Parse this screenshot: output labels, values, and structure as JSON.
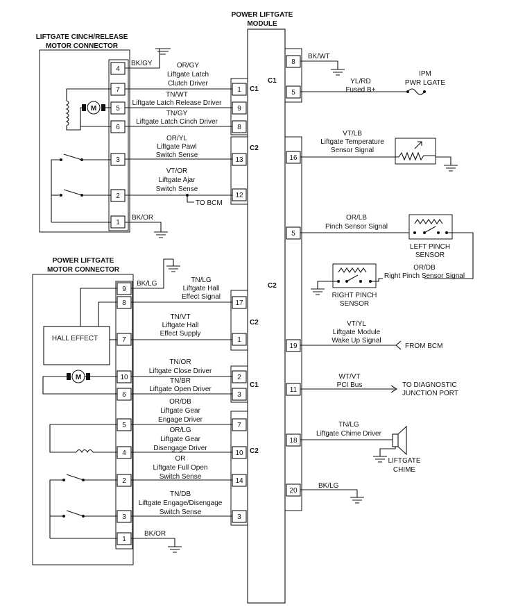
{
  "module": {
    "title_line1": "POWER LIFTGATE",
    "title_line2": "MODULE"
  },
  "cinch_connector": {
    "title_line1": "LIFTGATE CINCH/RELEASE",
    "title_line2": "MOTOR CONNECTOR"
  },
  "motor_connector": {
    "title_line1": "POWER LIFTGATE",
    "title_line2": "MOTOR CONNECTOR"
  },
  "connector_ids": {
    "c1": "C1",
    "c2": "C2"
  },
  "pins": {
    "p1": "1",
    "p2": "2",
    "p3": "3",
    "p4": "4",
    "p5": "5",
    "p6": "6",
    "p7": "7",
    "p8": "8",
    "p9": "9",
    "p10": "10",
    "p11": "11",
    "p12": "12",
    "p13": "13",
    "p14": "14",
    "p16": "16",
    "p17": "17",
    "p18": "18",
    "p19": "19",
    "p20": "20"
  },
  "components": {
    "motor": "M",
    "hall_effect": "HALL EFFECT",
    "ipm_line1": "IPM",
    "ipm_line2": "PWR LGATE",
    "left_pinch_line1": "LEFT PINCH",
    "left_pinch_line2": "SENSOR",
    "right_pinch_line1": "RIGHT PINCH",
    "right_pinch_line2": "SENSOR",
    "chime_line1": "LIFTGATE",
    "chime_line2": "CHIME"
  },
  "destinations": {
    "to_bcm": "TO BCM",
    "from_bcm": "FROM BCM",
    "diag_line1": "TO DIAGNOSTIC",
    "diag_line2": "JUNCTION PORT"
  },
  "wires": {
    "bk_gy": "BK/GY",
    "or_gy": "OR/GY",
    "latch_clutch_1": "Liftgate Latch",
    "latch_clutch_2": "Clutch Driver",
    "tn_wt": "TN/WT",
    "latch_release": "Liftgate Latch Release Driver",
    "tn_gy": "TN/GY",
    "latch_cinch": "Liftgate Latch Cinch Driver",
    "or_yl": "OR/YL",
    "pawl_1": "Liftgate Pawl",
    "pawl_2": "Switch Sense",
    "vt_or": "VT/OR",
    "ajar_1": "Liftgate Ajar",
    "ajar_2": "Switch Sense",
    "bk_or_top": "BK/OR",
    "bk_wt": "BK/WT",
    "yl_rd": "YL/RD",
    "fused_b": "Fused B+",
    "vt_lb": "VT/LB",
    "temp_1": "Liftgate Temperature",
    "temp_2": "Sensor Signal",
    "or_lb": "OR/LB",
    "pinch_signal": "Pinch Sensor Signal",
    "or_db_r": "OR/DB",
    "right_pinch_signal": "Right Pinch Sensor Signal",
    "tn_lg_hall": "TN/LG",
    "hall_sig_1": "Liftgate Hall",
    "hall_sig_2": "Effect Signal",
    "bk_lg_left": "BK/LG",
    "tn_vt": "TN/VT",
    "hall_sup_1": "Liftgate Hall",
    "hall_sup_2": "Effect Supply",
    "vt_yl": "VT/YL",
    "wake_1": "Liftgate Module",
    "wake_2": "Wake Up Signal",
    "tn_or": "TN/OR",
    "close_driver": "Liftgate Close Driver",
    "tn_br": "TN/BR",
    "open_driver": "Liftgate Open Driver",
    "wt_vt": "WT/VT",
    "pci_bus": "PCI Bus",
    "or_db_gear": "OR/DB",
    "gear_eng_1": "Liftgate Gear",
    "gear_eng_2": "Engage Driver",
    "or_lg": "OR/LG",
    "gear_dis_1": "Liftgate Gear",
    "gear_dis_2": "Disengage Driver",
    "tn_lg_chime": "TN/LG",
    "chime_driver": "Liftgate Chime Driver",
    "or": "OR",
    "full_open_1": "Liftgate Full Open",
    "full_open_2": "Switch Sense",
    "tn_db": "TN/DB",
    "eng_dis_1": "Liftgate Engage/Disengage",
    "eng_dis_2": "Switch Sense",
    "bk_lg_right": "BK/LG",
    "bk_or_bottom": "BK/OR"
  }
}
